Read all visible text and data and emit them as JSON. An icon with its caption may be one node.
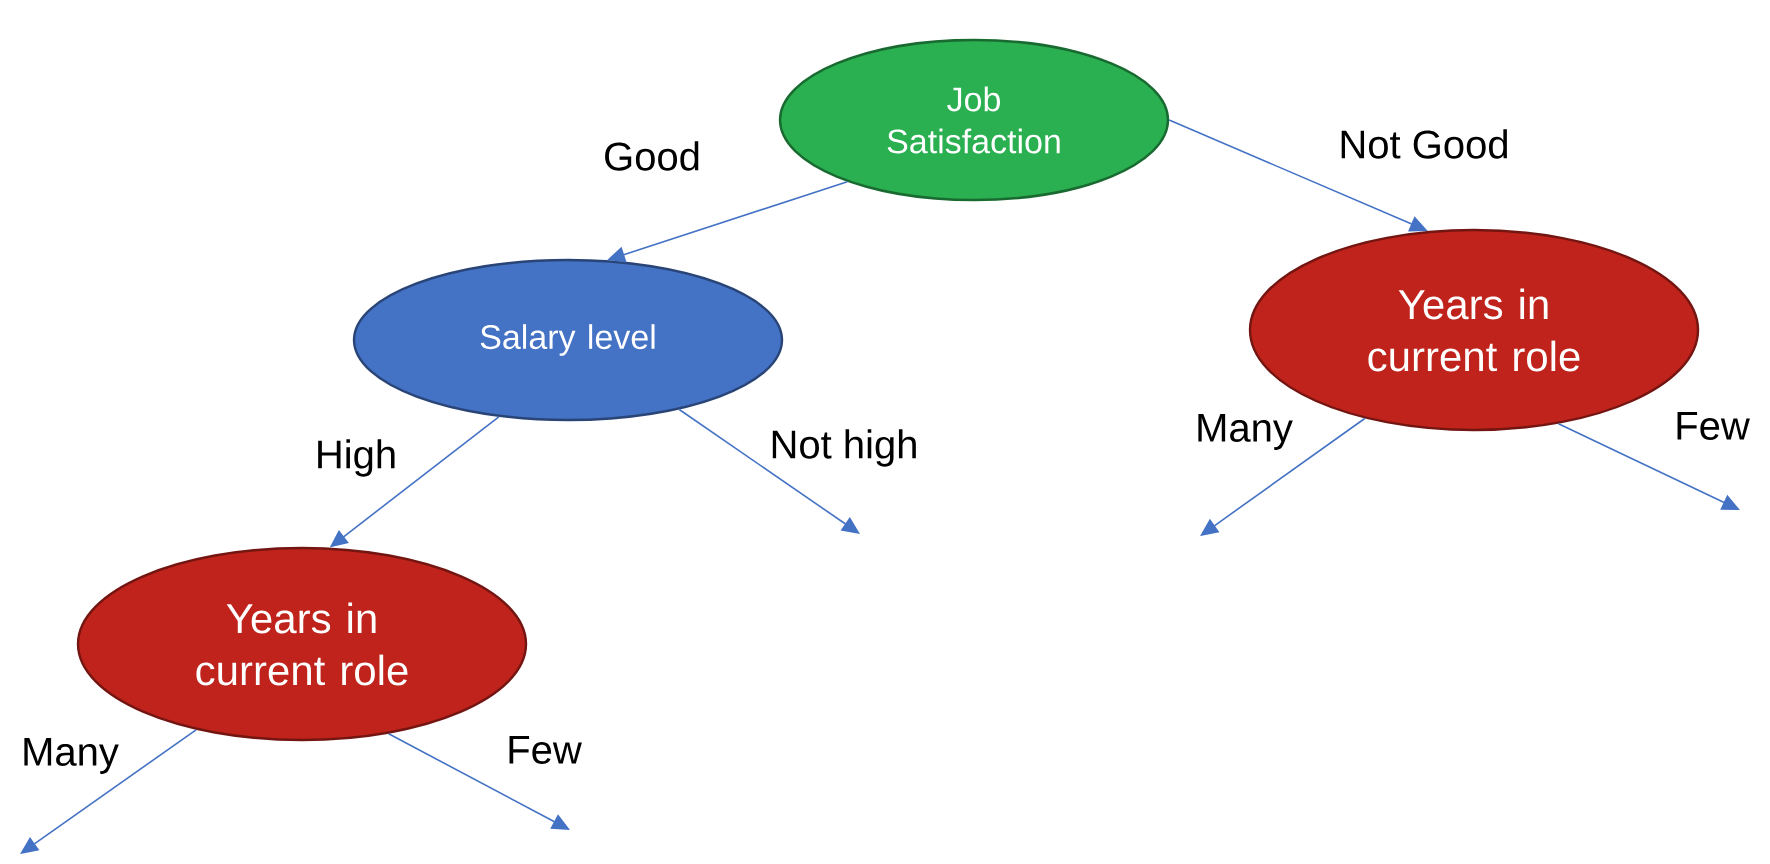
{
  "diagram": {
    "nodes": [
      {
        "text": [
          "Job Satisfaction"
        ]
      },
      {
        "text": [
          "Salary level"
        ]
      },
      {
        "text": [
          "Years in current role"
        ]
      },
      {
        "text": [
          "Years in current role"
        ]
      }
    ],
    "edges": [
      {
        "from": 0,
        "to": 1,
        "arrow": "to",
        "label": "Good"
      },
      {
        "from": 0,
        "to": 2,
        "arrow": "to",
        "label": "Not Good"
      },
      {
        "from": 1,
        "to": 3,
        "arrow": "to",
        "label": "High"
      },
      {
        "from": 1,
        "to": null,
        "arrow": "to",
        "label": "Not high"
      },
      {
        "from": 2,
        "to": null,
        "arrow": "to",
        "label": "Many"
      },
      {
        "from": 2,
        "to": null,
        "arrow": "to",
        "label": "Few"
      },
      {
        "from": 3,
        "to": null,
        "arrow": "to",
        "label": "Many"
      },
      {
        "from": 3,
        "to": null,
        "arrow": "to",
        "label": "Few"
      }
    ]
  }
}
